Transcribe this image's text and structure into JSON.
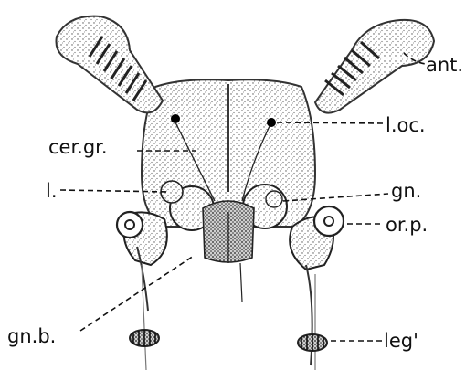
{
  "labels": {
    "ant": "ant.",
    "l_oc": "l.oc.",
    "cer_gr": "cer.gr.",
    "l": "l.",
    "gn": "gn.",
    "or_p": "or.p.",
    "gn_b": "gn.b.",
    "leg": "leg'"
  },
  "colors": {
    "ink": "#111111",
    "stipple": "#d9d9d9",
    "paper": "#ffffff"
  }
}
